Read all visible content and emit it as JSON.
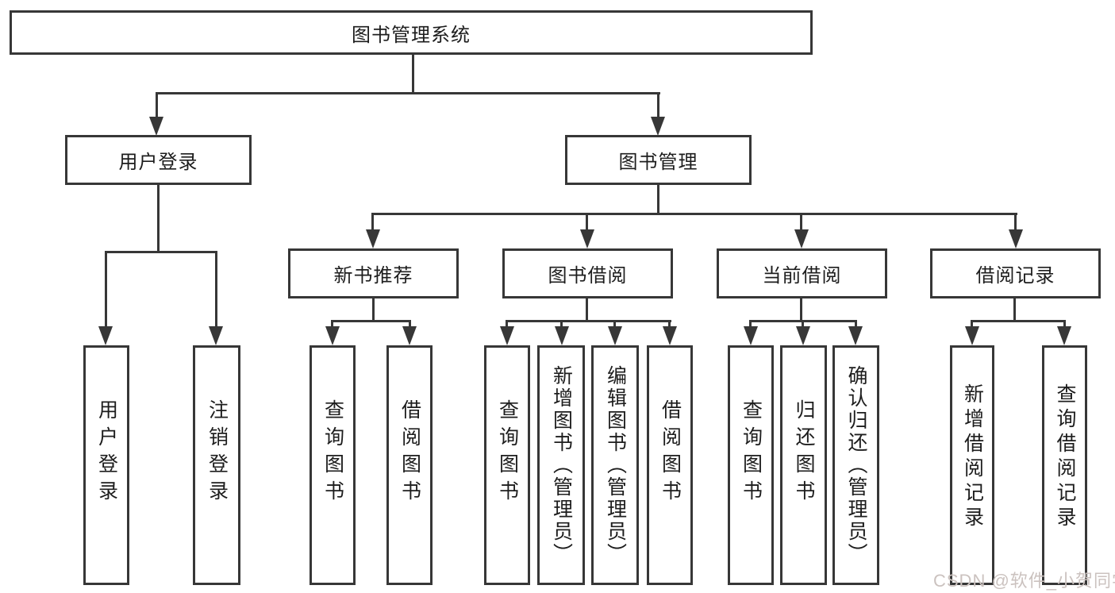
{
  "root": {
    "label": "图书管理系统"
  },
  "branches": {
    "user_login": {
      "label": "用户登录",
      "children": [
        {
          "label": "用户登录"
        },
        {
          "label": "注销登录"
        }
      ]
    },
    "book_mgmt": {
      "label": "图书管理",
      "children": [
        {
          "label": "新书推荐",
          "children": [
            {
              "label": "查询图书"
            },
            {
              "label": "借阅图书"
            }
          ]
        },
        {
          "label": "图书借阅",
          "children": [
            {
              "label": "查询图书"
            },
            {
              "label": "新增图书（管理员）"
            },
            {
              "label": "编辑图书（管理员）"
            },
            {
              "label": "借阅图书"
            }
          ]
        },
        {
          "label": "当前借阅",
          "children": [
            {
              "label": "查询图书"
            },
            {
              "label": "归还图书"
            },
            {
              "label": "确认归还（管理员）"
            }
          ]
        },
        {
          "label": "借阅记录",
          "children": [
            {
              "label": "新增借阅记录"
            },
            {
              "label": "查询借阅记录"
            }
          ]
        }
      ]
    }
  },
  "watermark": {
    "text": "CSDN @软件_小贺同学"
  },
  "colors": {
    "line": "#373737",
    "text": "#1d1d1d",
    "background": "#ffffff",
    "watermark": "#cbc2bf"
  }
}
